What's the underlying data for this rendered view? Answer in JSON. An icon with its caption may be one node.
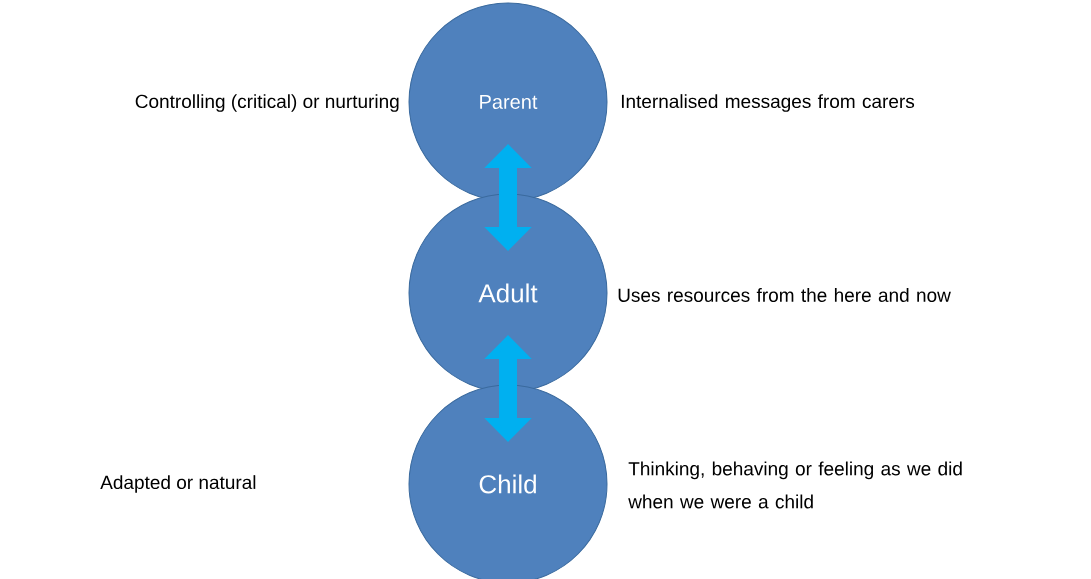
{
  "diagram": {
    "nodes": [
      {
        "text": [
          "Parent"
        ],
        "beside": [
          "Controlling (critical) or nurturing",
          "Internalised messages from carers"
        ]
      },
      {
        "text": [
          "Adult"
        ],
        "beside": [
          "Uses resources from the here and now"
        ]
      },
      {
        "text": [
          "Child"
        ],
        "beside": [
          "Thinking, behaving or feeling as we did when we were a child"
        ]
      }
    ],
    "labels": [
      "Adapted or natural"
    ],
    "edges": [
      {
        "from": 0,
        "to": 1,
        "arrow": "both"
      },
      {
        "from": 1,
        "to": 2,
        "arrow": "both"
      }
    ]
  }
}
